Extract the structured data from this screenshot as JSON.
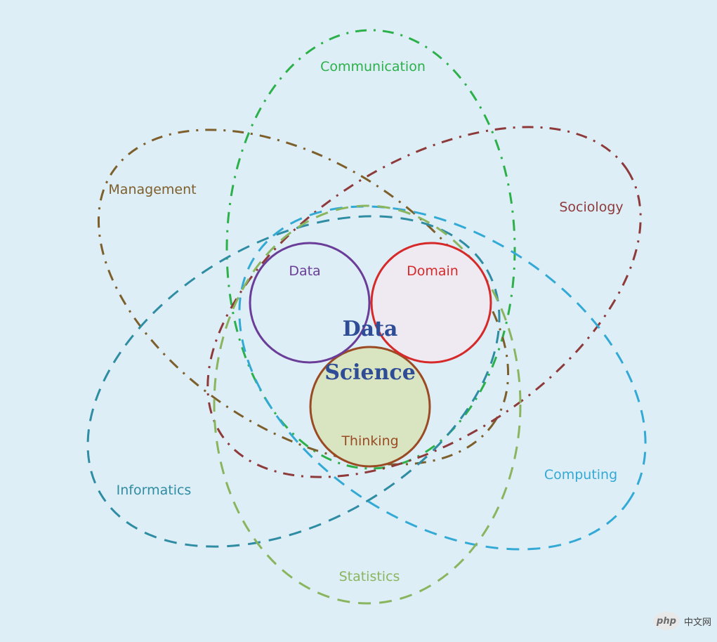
{
  "rings": [
    {
      "id": "communication",
      "label": "Communication",
      "color": "#2bb04a",
      "dash": "dash-dot"
    },
    {
      "id": "management",
      "label": "Management",
      "color": "#7d5f2c",
      "dash": "dash-dot"
    },
    {
      "id": "sociology",
      "label": "Sociology",
      "color": "#8e3a3a",
      "dash": "dash-dot"
    },
    {
      "id": "informatics",
      "label": "Informatics",
      "color": "#2e8ca3",
      "dash": "dashed"
    },
    {
      "id": "computing",
      "label": "Computing",
      "color": "#33a9d6",
      "dash": "dashed"
    },
    {
      "id": "statistics",
      "label": "Statistics",
      "color": "#8ab55f",
      "dash": "dashed"
    }
  ],
  "circles": [
    {
      "id": "data",
      "label": "Data",
      "stroke": "#6a3d98",
      "fill": "none"
    },
    {
      "id": "domain",
      "label": "Domain",
      "stroke": "#d62a2a",
      "fill": "#efe9f1"
    },
    {
      "id": "thinking",
      "label": "Thinking",
      "stroke": "#9a4b24",
      "fill": "#d9e5c1"
    }
  ],
  "center": {
    "line1": "Data",
    "line2": "Science",
    "color": "#2e4d96"
  },
  "watermark": {
    "logo": "php",
    "text": "中文网"
  }
}
